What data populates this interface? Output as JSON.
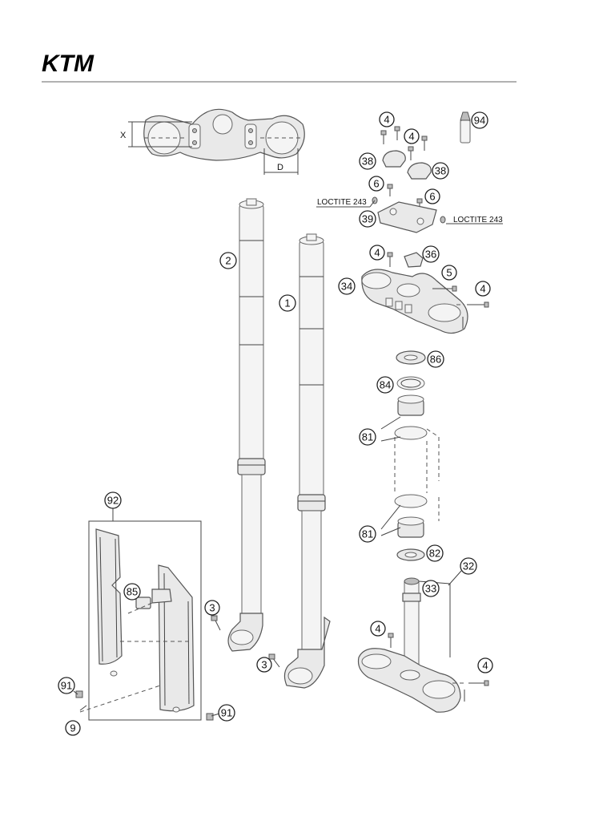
{
  "header": {
    "logo_text": "KTM"
  },
  "diagram": {
    "callouts": {
      "c1": "1",
      "c2": "2",
      "c3a": "3",
      "c3b": "3",
      "c4a": "4",
      "c4b": "4",
      "c4c": "4",
      "c4d": "4",
      "c4e": "4",
      "c4f": "4",
      "c5": "5",
      "c6a": "6",
      "c6b": "6",
      "c9": "9",
      "c32": "32",
      "c33": "33",
      "c34": "34",
      "c36": "36",
      "c38a": "38",
      "c38b": "38",
      "c39": "39",
      "c81a": "81",
      "c81b": "81",
      "c82": "82",
      "c84": "84",
      "c85": "85",
      "c86": "86",
      "c91a": "91",
      "c91b": "91",
      "c92": "92",
      "c94": "94"
    },
    "labels": {
      "loctite_left": "LOCTITE 243",
      "loctite_right": "LOCTITE 243",
      "dim_x": "X",
      "dim_d": "D"
    },
    "colors": {
      "line": "#444444",
      "part_fill": "#e9e9e9",
      "header_rule": "#999999"
    }
  }
}
